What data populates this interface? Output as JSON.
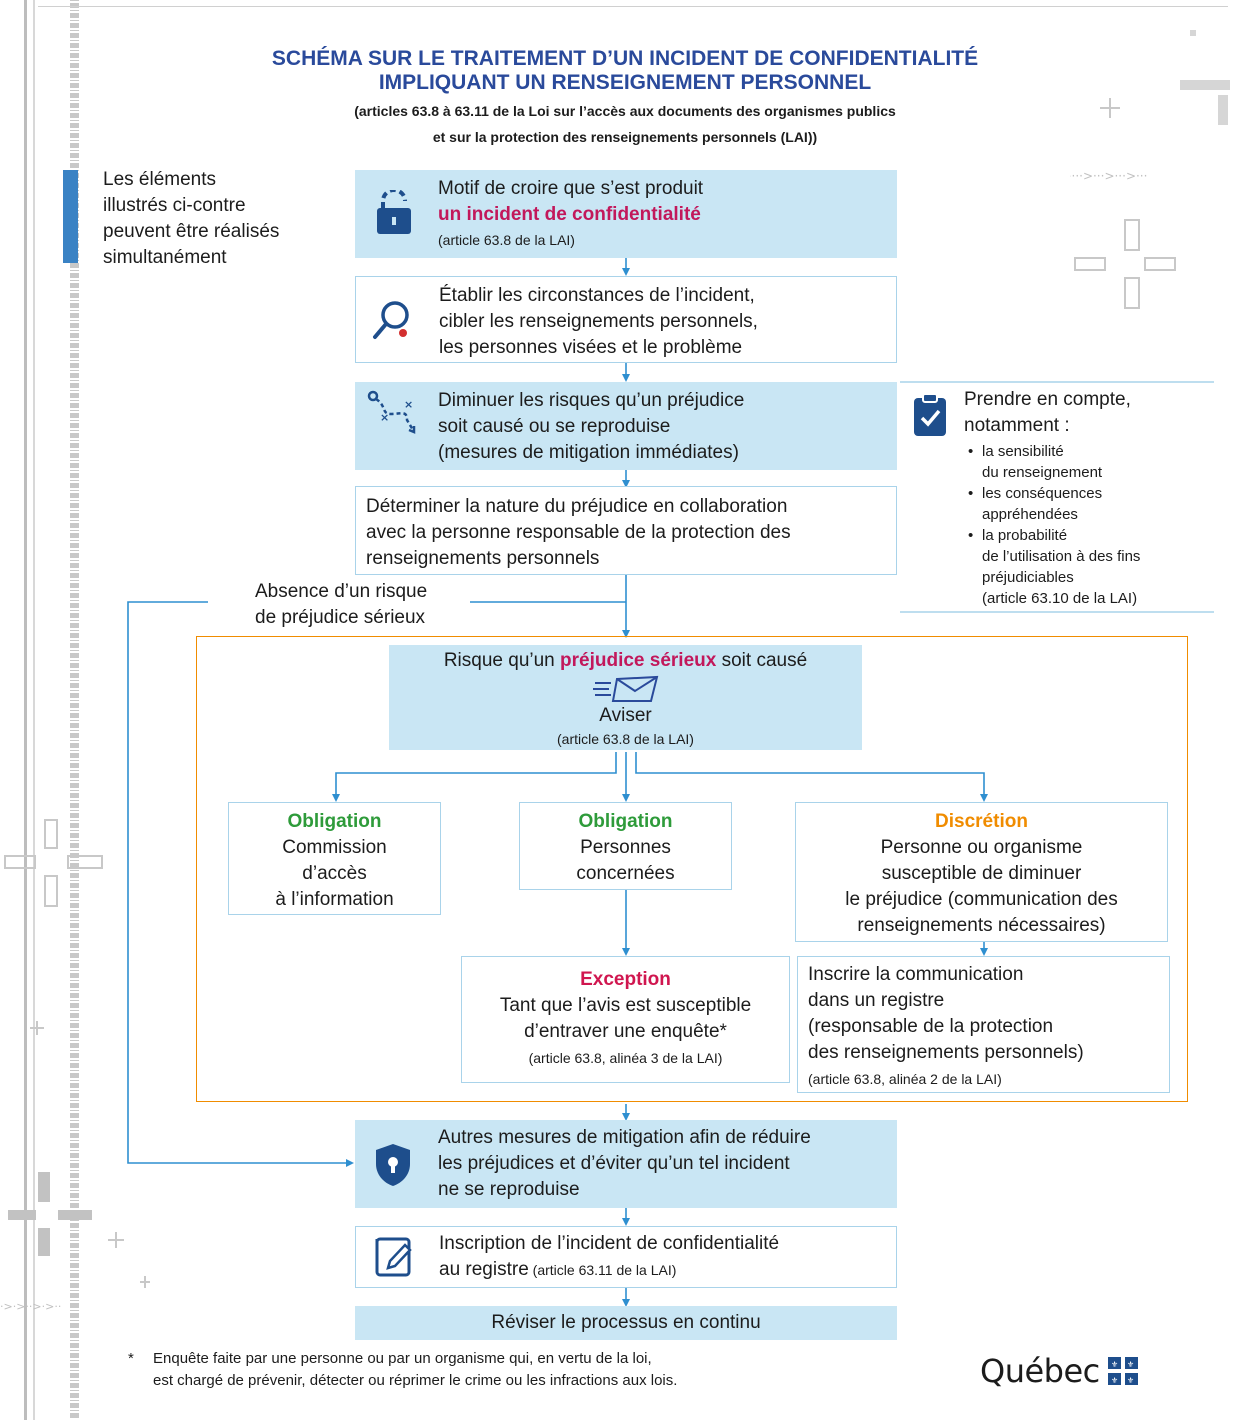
{
  "title": {
    "line1": "SCHÉMA SUR LE TRAITEMENT D’UN INCIDENT DE CONFIDENTIALITÉ",
    "line2": "IMPLIQUANT UN RENSEIGNEMENT PERSONNEL",
    "sub1": "(articles 63.8 à 63.11 de la Loi sur l’accès aux documents des organismes publics",
    "sub2": "et sur la protection des renseignements personnels (LAI))"
  },
  "legend": {
    "l1": "Les éléments",
    "l2": "illustrés ci-contre",
    "l3": "peuvent être réalisés",
    "l4": "simultanément"
  },
  "step1": {
    "l1": "Motif de croire que s’est produit",
    "l2": "un incident de confidentialité",
    "ref": "(article 63.8 de la LAI)"
  },
  "step2": {
    "l1": "Établir les circonstances de l’incident,",
    "l2": "cibler les renseignements personnels,",
    "l3": "les personnes visées et le problème"
  },
  "step3": {
    "l1": "Diminuer les risques qu’un préjudice",
    "l2": "soit causé ou se reproduise",
    "l3": "(mesures de mitigation immédiates)"
  },
  "step4": {
    "l1": "Déterminer la nature du préjudice en collaboration",
    "l2": "avec la personne responsable de la protection des",
    "l3": "renseignements personnels"
  },
  "consider": {
    "h1": "Prendre en compte,",
    "h2": "notamment :",
    "b1a": "la sensibilité",
    "b1b": "du renseignement",
    "b2a": "les conséquences",
    "b2b": "appréhendées",
    "b3a": "la probabilité",
    "b3b": "de l’utilisation à des fins",
    "b3c": "préjudiciables",
    "ref": "(article 63.10 de la LAI)"
  },
  "absence": {
    "l1": "Absence d’un risque",
    "l2": "de préjudice sérieux"
  },
  "risk": {
    "pre": "Risque qu’un ",
    "highlight": "préjudice sérieux",
    "post": " soit causé",
    "aviser": "Aviser",
    "ref": "(article 63.8 de la LAI)"
  },
  "ob1": {
    "head": "Obligation",
    "l1": "Commission",
    "l2": "d’accès",
    "l3": "à l’information"
  },
  "ob2": {
    "head": "Obligation",
    "l1": "Personnes",
    "l2": "concernées"
  },
  "disc": {
    "head": "Discrétion",
    "l1": "Personne ou organisme",
    "l2": "susceptible de diminuer",
    "l3": "le préjudice (communication des",
    "l4": "renseignements nécessaires)"
  },
  "exception": {
    "head": "Exception",
    "l1": "Tant que l’avis est susceptible",
    "l2": "d’entraver une enquête*",
    "ref": "(article 63.8, alinéa 3 de la LAI)"
  },
  "register": {
    "l1": "Inscrire la communication",
    "l2": "dans un registre",
    "l3": "(responsable de la protection",
    "l4": "des renseignements personnels)",
    "ref": "(article 63.8, alinéa 2 de la LAI)"
  },
  "mitig": {
    "l1": "Autres mesures de mitigation afin de réduire",
    "l2": "les préjudices et d’éviter qu’un tel incident",
    "l3": "ne se reproduise"
  },
  "inscription": {
    "l1": "Inscription de l’incident de confidentialité",
    "l2a": "au registre",
    "l2b": " (article 63.11 de la LAI)"
  },
  "review": {
    "label": "Réviser le processus en continu"
  },
  "footnote": {
    "star": "*",
    "l1": "Enquête faite par une personne ou par un organisme qui, en vertu de la loi,",
    "l2": "est chargé de prévenir, détecter ou réprimer le crime ou les infractions aux lois."
  },
  "logo": {
    "text": "Québec"
  },
  "colors": {
    "title": "#2a4a9b",
    "box_blue": "#c9e6f4",
    "arrow": "#2f8fd0",
    "frame_orange": "#f08c00",
    "highlight_pink": "#c2185b",
    "obligation_green": "#2e9b3a",
    "icon_navy": "#1e4e8c"
  },
  "icons": [
    "padlock-open-icon",
    "magnifier-icon",
    "route-icon",
    "clipboard-check-icon",
    "envelope-icon",
    "shield-lock-icon",
    "notepad-pen-icon",
    "quebec-flag-icon"
  ]
}
